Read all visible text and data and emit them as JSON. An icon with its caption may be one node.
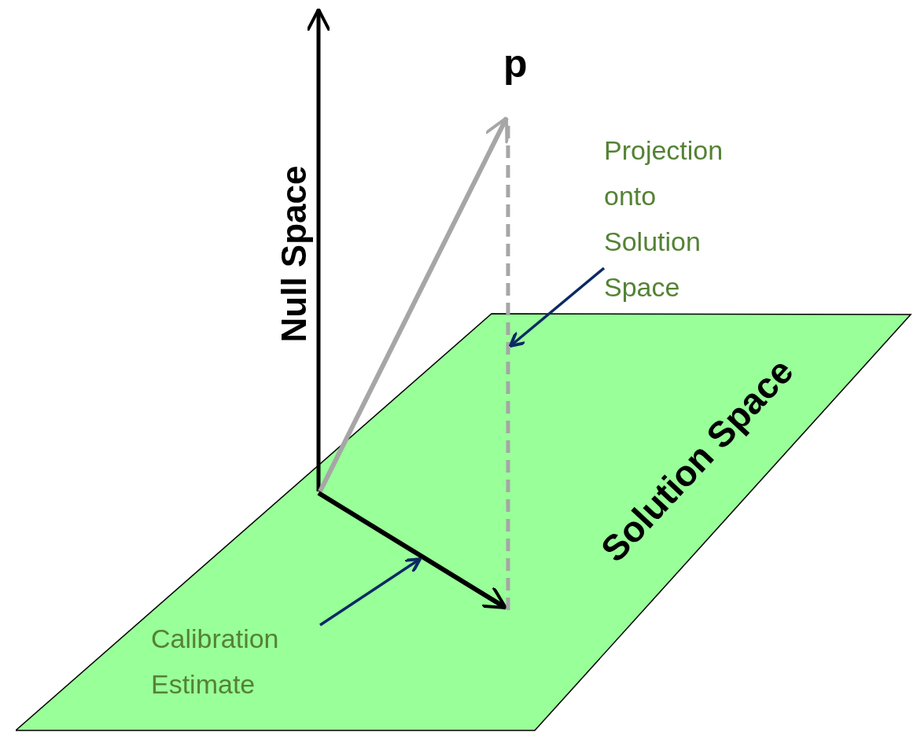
{
  "diagram": {
    "nodes": [
      {
        "text": [
          "Solution Space"
        ]
      },
      {
        "text": [
          "Calibration Estimate"
        ],
        "in": 0
      },
      {
        "text": [
          "Projection onto Solution Space"
        ]
      }
    ],
    "edges": [
      {
        "from": 1,
        "to": null,
        "arrow": "to"
      },
      {
        "from": 2,
        "to": null,
        "arrow": "to"
      }
    ],
    "labels": [
      "Null Space",
      "p"
    ]
  }
}
